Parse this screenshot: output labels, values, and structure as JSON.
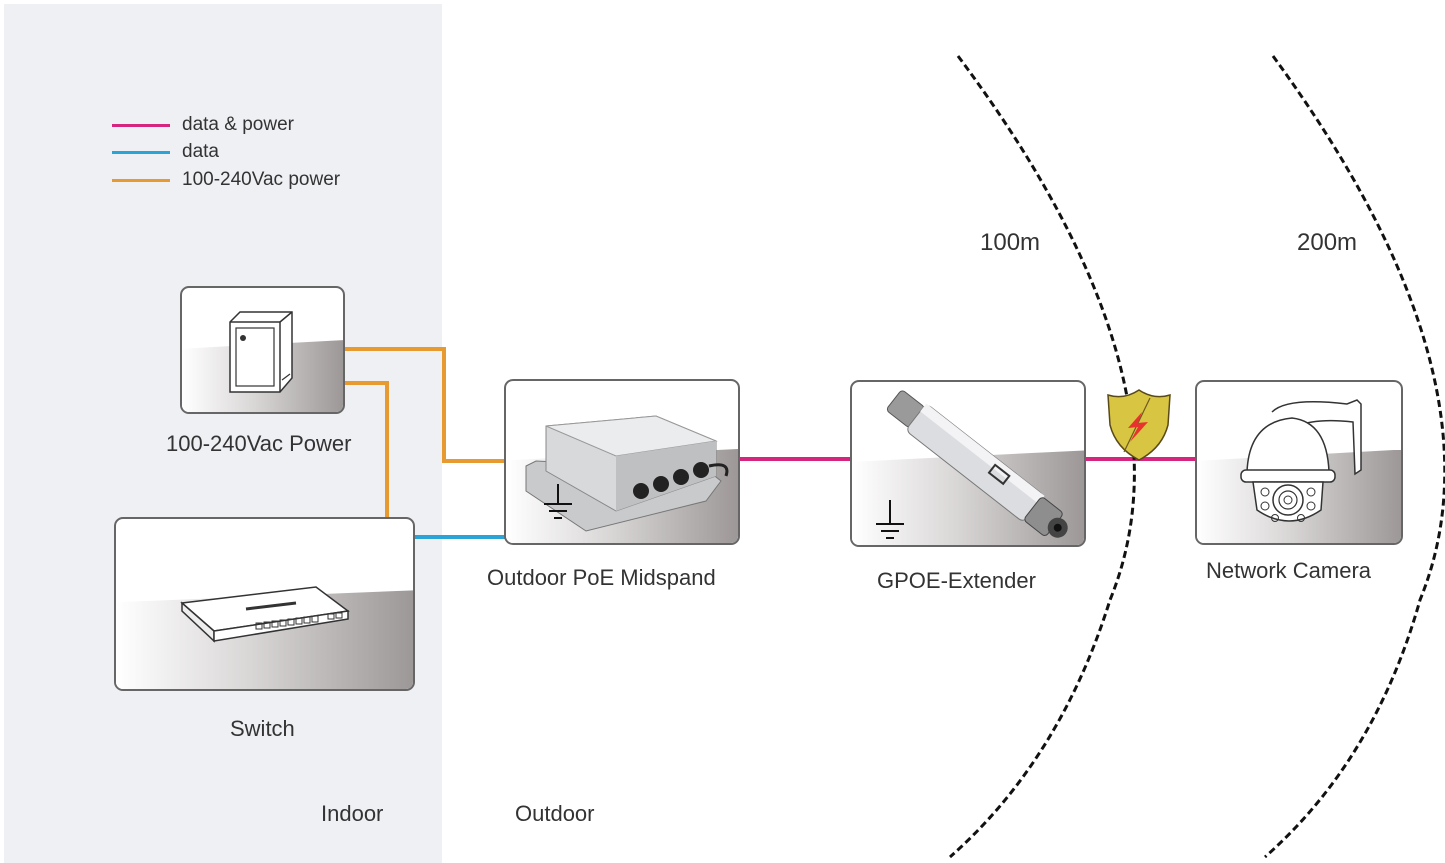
{
  "legend": [
    {
      "label": "data & power",
      "color": "#d6257f"
    },
    {
      "label": "data",
      "color": "#2aa3d6"
    },
    {
      "label": "100-240Vac power",
      "color": "#e69a30"
    }
  ],
  "devices": {
    "power": {
      "label": "100-240Vac Power",
      "icon": "ups-power-icon"
    },
    "switch": {
      "label": "Switch",
      "icon": "network-switch-icon"
    },
    "midspan": {
      "label": "Outdoor PoE Midspand",
      "icon": "poe-midspan-icon"
    },
    "extender": {
      "label": "GPOE-Extender",
      "icon": "poe-extender-icon"
    },
    "camera": {
      "label": "Network Camera",
      "icon": "ptz-camera-icon"
    }
  },
  "distances": {
    "first": "100m",
    "second": "200m"
  },
  "zones": {
    "indoor": "Indoor",
    "outdoor": "Outdoor"
  },
  "colors": {
    "data_power": "#d6257f",
    "data": "#2aa3d6",
    "ac_power": "#e69a30",
    "indoor_bg": "#eff0f4",
    "surge_shield": "#d8c542"
  }
}
